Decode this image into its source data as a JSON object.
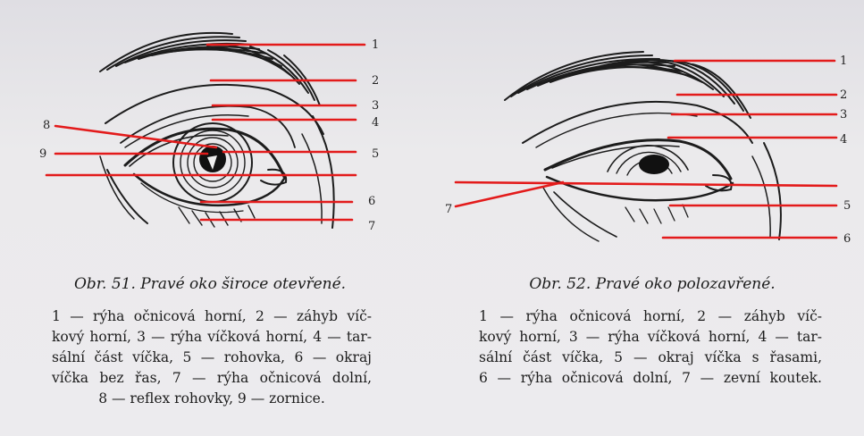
{
  "figure51": {
    "labels": [
      "1",
      "2",
      "3",
      "4",
      "5",
      "6",
      "7",
      "8",
      "9"
    ],
    "caption": "Obr. 51. Pravé oko široce otevřené.",
    "legend": [
      "1 — rýha očnicová horní, 2 — záhyb víč-",
      "kový horní, 3 — rýha víčková horní, 4 — tar-",
      "sální část víčka, 5 — rohovka, 6 — okraj",
      "víčka bez řas, 7 — rýha očnicová dolní,",
      "8 — reflex rohovky, 9 — zornice."
    ]
  },
  "figure52": {
    "labels": [
      "1",
      "2",
      "3",
      "4",
      "5",
      "6",
      "7"
    ],
    "caption": "Obr. 52. Pravé oko polozavřené.",
    "legend": [
      "1 — rýha očnicová horní, 2 — záhyb víč-",
      "kový horní, 3 — rýha víčková horní, 4 — tar-",
      "sální část víčka, 5 — okraj víčka s řasami,",
      "6 — rýha očnicová dolní, 7 — zevní koutek."
    ]
  },
  "colors": {
    "leader_line": "#e31b1b",
    "ink": "#1c1c1c",
    "paper": "#ebeaec"
  }
}
